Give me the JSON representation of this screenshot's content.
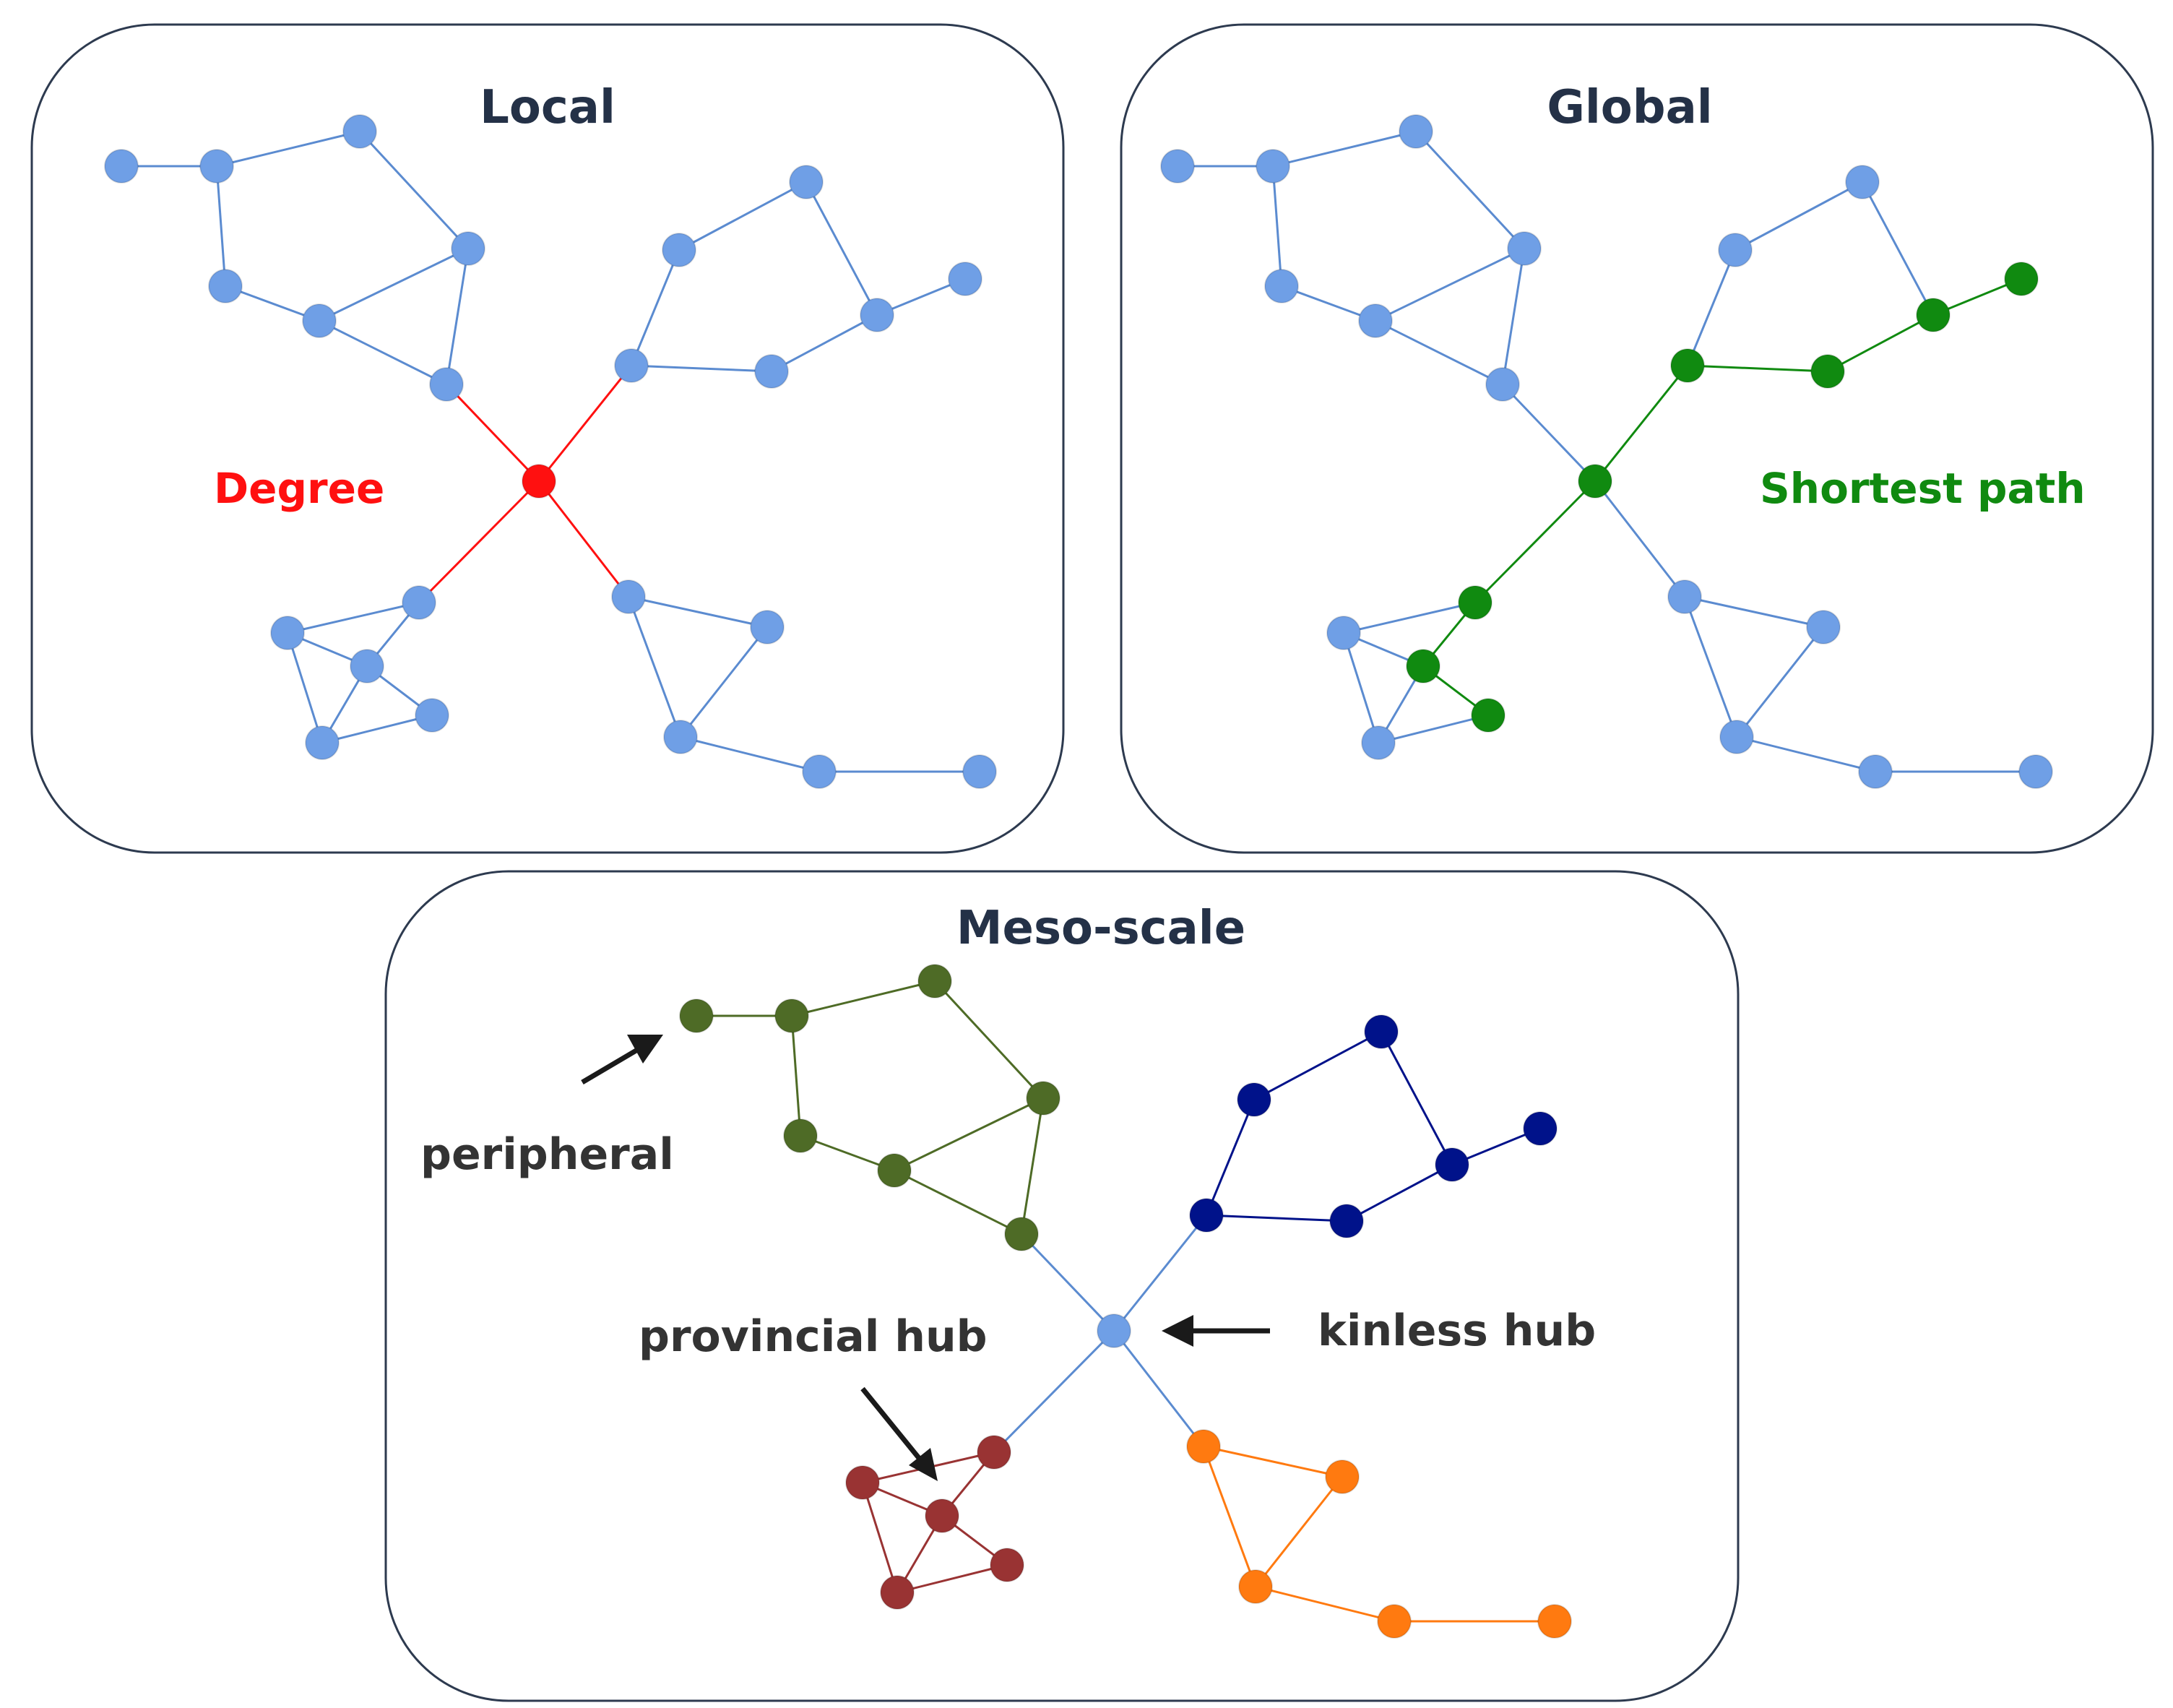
{
  "colors": {
    "panel_border": "#2d3a4f",
    "title": "#243147",
    "node_default": "#6f9fe6",
    "node_stroke": "#5a8ad8",
    "edge_default": "#5b8bd0",
    "degree": "#ff1010",
    "path": "#108a10",
    "peripheral_module": "#4e6b26",
    "blue_module": "#00128a",
    "red_module": "#993333",
    "orange_module": "#ff7a10",
    "annotation": "#333333",
    "arrow": "#1a1a1a"
  },
  "panels": {
    "local": {
      "title": "Local",
      "label": "Degree",
      "label_color": "#ff1010"
    },
    "global": {
      "title": "Global",
      "label": "Shortest path",
      "label_color": "#108a10"
    },
    "meso": {
      "title": "Meso-scale",
      "annotations": {
        "peripheral": "peripheral",
        "provincial_hub": "provincial hub",
        "kinless_hub": "kinless hub"
      }
    }
  }
}
